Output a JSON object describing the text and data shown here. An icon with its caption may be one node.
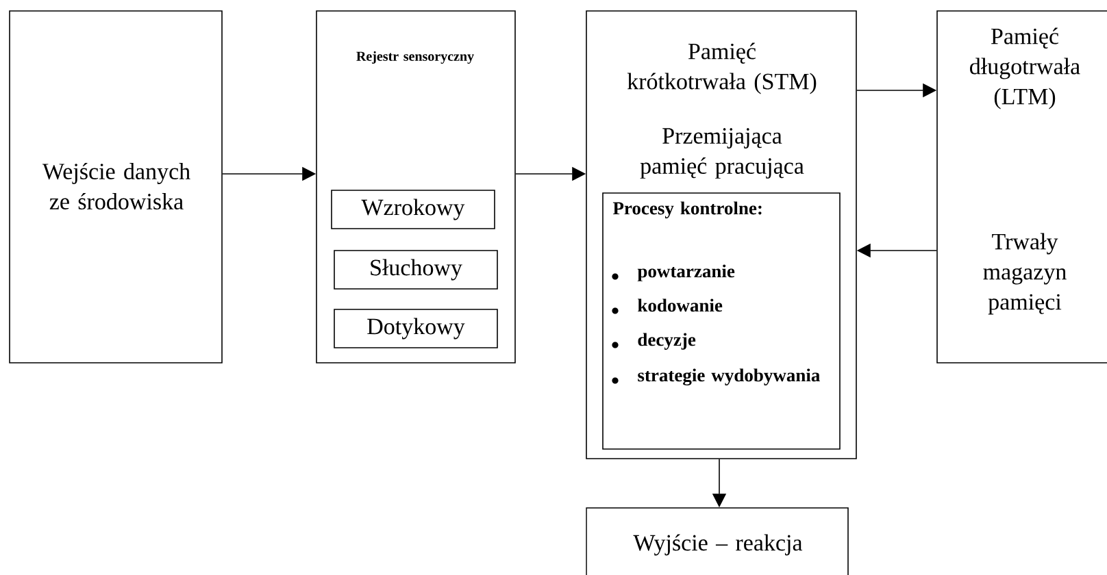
{
  "diagram": {
    "nodes": [
      {
        "text": [
          "Wejście danych ze środowiska"
        ]
      },
      {
        "text": [
          "Rejestr sensoryczny"
        ]
      },
      {
        "text": [
          "Wzrokowy"
        ],
        "in": 1
      },
      {
        "text": [
          "Słuchowy"
        ],
        "in": 1
      },
      {
        "text": [
          "Dotykowy"
        ],
        "in": 1
      },
      {
        "text": [
          "Pamięć krótkotrwała (STM)",
          "Przemijająca pamięć pracująca"
        ]
      },
      {
        "text": [
          "Procesy kontrolne:",
          "powtarzanie",
          "kodowanie",
          "decyzje",
          "strategie wydobywania"
        ],
        "in": 5
      },
      {
        "text": [
          "Pamięć długotrwała (LTM)",
          "Trwały magazyn pamięci"
        ]
      },
      {
        "text": [
          "Wyjście – reakcja"
        ]
      }
    ],
    "edges": [
      {
        "from": 0,
        "to": 1,
        "arrow": "to"
      },
      {
        "from": 1,
        "to": 5,
        "arrow": "to"
      },
      {
        "from": 5,
        "to": 7,
        "arrow": "to"
      },
      {
        "from": 7,
        "to": 5,
        "arrow": "to"
      },
      {
        "from": 5,
        "to": 8,
        "arrow": "to"
      }
    ]
  }
}
